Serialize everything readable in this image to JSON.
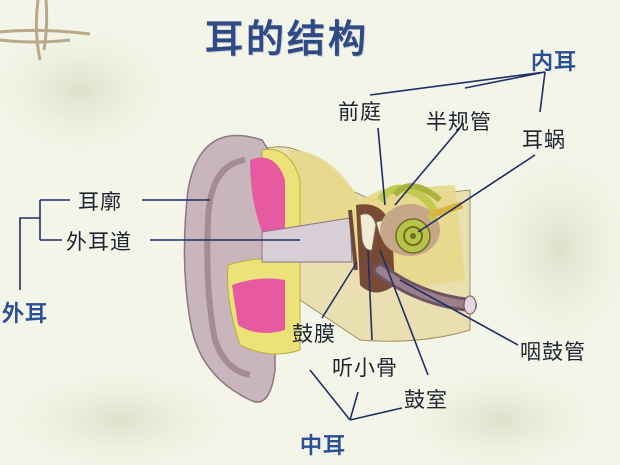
{
  "title": "耳的结构",
  "groups": {
    "outer_ear": "外耳",
    "middle_ear": "中耳",
    "inner_ear": "内耳"
  },
  "parts": {
    "auricle": "耳廓",
    "ear_canal": "外耳道",
    "vestibule": "前庭",
    "semicircular_canals": "半规管",
    "cochlea": "耳蜗",
    "eardrum": "鼓膜",
    "ossicles": "听小骨",
    "tympanic_cavity": "鼓室",
    "eustachian_tube": "咽鼓管"
  },
  "colors": {
    "title": "#2f4a85",
    "group_label": "#2b4f96",
    "leader_line": "#1f2f66",
    "skin": "#c9b6bd",
    "cartilage": "#ece27a",
    "tissue": "#e85aa0",
    "inner_ear": "#b9c24a"
  }
}
